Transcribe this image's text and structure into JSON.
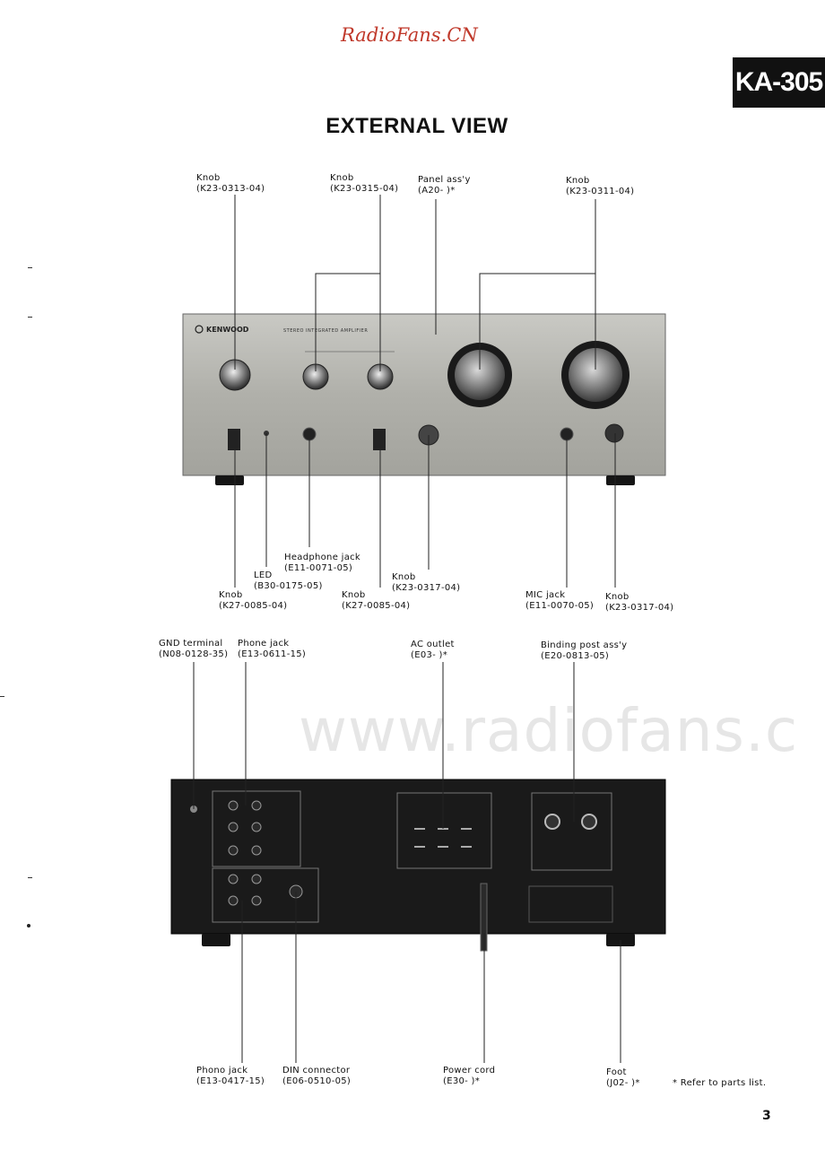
{
  "header": {
    "watermark": "RadioFans.CN",
    "model": "KA-305",
    "title": "EXTERNAL VIEW"
  },
  "front_panel": {
    "brand": "KENWOOD",
    "subtitle": "STEREO INTEGRATED AMPLIFIER",
    "labels": [
      {
        "name": "Knob",
        "part": "(K23-0313-04)"
      },
      {
        "name": "Knob",
        "part": "(K23-0315-04)"
      },
      {
        "name": "Panel ass'y",
        "part": "(A20-     )*"
      },
      {
        "name": "Knob",
        "part": "(K23-0311-04)"
      },
      {
        "name": "Headphone jack",
        "part": "(E11-0071-05)"
      },
      {
        "name": "LED",
        "part": "(B30-0175-05)"
      },
      {
        "name": "Knob",
        "part": "(K23-0317-04)"
      },
      {
        "name": "Knob",
        "part": "(K27-0085-04)"
      },
      {
        "name": "Knob",
        "part": "(K27-0085-04)"
      },
      {
        "name": "MIC jack",
        "part": "(E11-0070-05)"
      },
      {
        "name": "Knob",
        "part": "(K23-0317-04)"
      }
    ]
  },
  "rear_panel": {
    "labels": [
      {
        "name": "GND terminal",
        "part": "(N08-0128-35)"
      },
      {
        "name": "Phone jack",
        "part": "(E13-0611-15)"
      },
      {
        "name": "AC outlet",
        "part": "(E03-     )*"
      },
      {
        "name": "Binding post ass'y",
        "part": "(E20-0813-05)"
      },
      {
        "name": "Phono jack",
        "part": "(E13-0417-15)"
      },
      {
        "name": "DIN connector",
        "part": "(E06-0510-05)"
      },
      {
        "name": "Power cord",
        "part": "(E30-     )*"
      },
      {
        "name": "Foot",
        "part": "(J02-     )*"
      }
    ]
  },
  "footer": {
    "watermark": "www.radiofans.c",
    "note": "* Refer to parts list.",
    "page": "3"
  },
  "colors": {
    "watermark_red": "#c0392b",
    "panel_silver": "#b9b9b4",
    "rear_black": "#1a1a1a"
  }
}
